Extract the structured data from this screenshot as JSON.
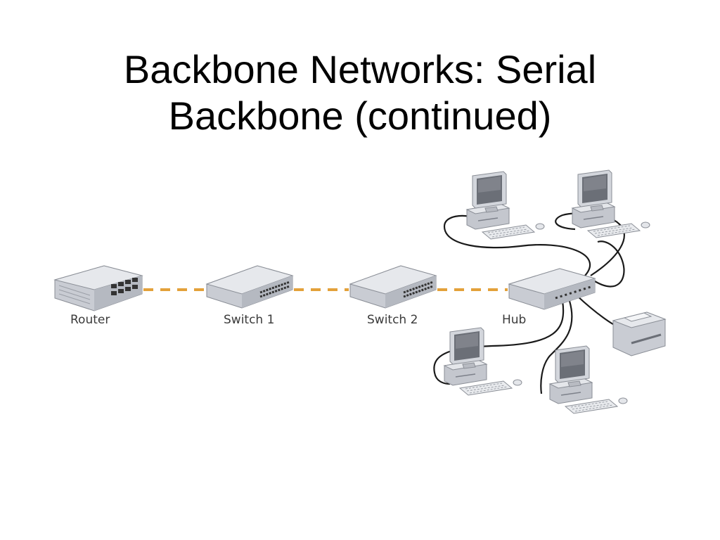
{
  "slide": {
    "title_line1": "Backbone Networks: Serial",
    "title_line2": "Backbone (continued)"
  },
  "diagram": {
    "devices": {
      "router": "Router",
      "switch1": "Switch 1",
      "switch2": "Switch 2",
      "hub": "Hub"
    },
    "colors": {
      "backbone_link": "#e3a13a",
      "cable": "#1a1a1a",
      "device_body": "#c9ccd3",
      "device_top": "#e6e8ec"
    }
  }
}
